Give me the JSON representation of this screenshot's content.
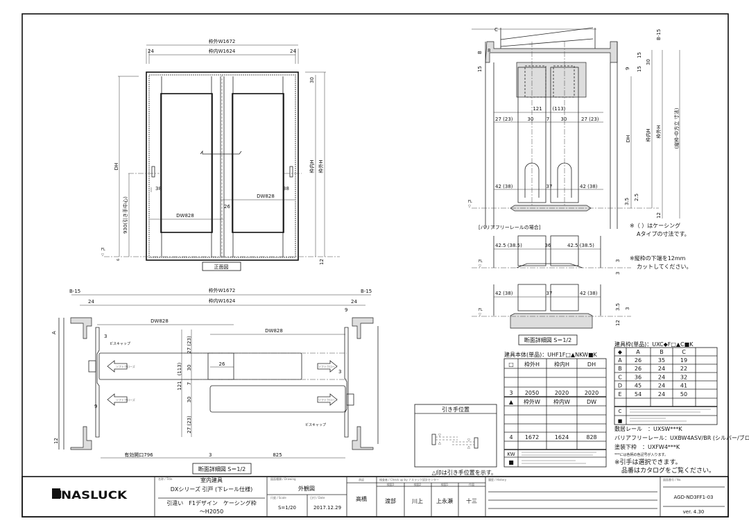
{
  "front_view": {
    "outer_w": "枠外W1672",
    "inner_w": "枠内W1624",
    "side_left": "24",
    "side_right": "24",
    "dh": "DH",
    "handle_height": "930(引き手中心)",
    "fl": "FL",
    "top_30": "30",
    "inner_h": "枠内H",
    "outer_h": "枠外H",
    "bottom_12": "12",
    "handle_offset_left": "38",
    "handle_offset_right": "38",
    "dw_right": "DW828",
    "overlap": "26",
    "dw_left": "DW828",
    "floor_6": "6",
    "caption": "正面図"
  },
  "vertical_section": {
    "c": "C",
    "b15": "B-15",
    "b": "B",
    "d8": "8",
    "d15_left": "15",
    "d15a": "15",
    "d30": "30",
    "d9": "9",
    "d15b": "15",
    "dh": "DH",
    "inner_h": "枠内H",
    "outer_h": "枠外H",
    "note_dim": "(縦枠·中方立 寸法)",
    "d121": "121",
    "d113": "(113)",
    "top_row": [
      "27 (23)",
      "30",
      "7",
      "30",
      "27 (23)"
    ],
    "bottom_row": [
      "42 (38)",
      "37",
      "42 (38)"
    ],
    "fl": "FL",
    "d35": "3.5",
    "d25": "2.5",
    "d12": "12",
    "barrier_free_caption": "[バリアフリーレールの場合]",
    "note_casing_1": "※（ ）はケーシング",
    "note_casing_2": "Aタイプの寸法です。",
    "bf_row": [
      "42.5 (38.5)",
      "36",
      "42.5 (38.5)"
    ],
    "bf_fl": "FL",
    "bf_3a": "3",
    "bf_3b": "3",
    "note_cut_1": "※縦枠の下端を12mm",
    "note_cut_2": "カットしてください。",
    "rail_row": [
      "42 (38)",
      "37",
      "42 (38)"
    ],
    "rail_fl": "FL",
    "rail_35": "3.5",
    "rail_3": "3",
    "rail_12": "12",
    "caption": "断面詳細図 S＝1/2"
  },
  "horizontal_section": {
    "b15_left": "B-15",
    "b15_right": "B-15",
    "outer_w": "枠外W1672",
    "inner_w": "枠内W1624",
    "d24_left": "24",
    "d24_right": "24",
    "d9_top": "9",
    "dw_left": "DW828",
    "dw_right": "DW828",
    "d3_left": "3",
    "d3_right": "3",
    "screw_cap_left": "ビスキャップ",
    "screw_cap_right": "ビスキャップ",
    "d26": "26",
    "a": "A",
    "vert_dims": [
      "27 (23)",
      "30",
      "7",
      "30",
      "27 (23)"
    ],
    "d113": "(113)",
    "d121": "121",
    "d9_bottom": "9",
    "d12": "12",
    "effective_opening": "有効開口796",
    "d3_bottom": "3",
    "d825": "825",
    "soft_close": "ソフトクローズ",
    "caption": "断面詳細図 S＝1/2"
  },
  "handle_position": {
    "title": "引き手位置",
    "note": "△印は引き手位置を示す。"
  },
  "door_table": {
    "title": "建具本体(単品)：UHF1F□▲NKW■K",
    "header_h": [
      "□",
      "枠外H",
      "枠内H",
      "DH"
    ],
    "row_h": [
      "3",
      "2050",
      "2020",
      "2020"
    ],
    "header_w": [
      "▲",
      "枠外W",
      "枠内W",
      "DW"
    ],
    "row_w": [
      "4",
      "1672",
      "1624",
      "828"
    ],
    "kw": "KW",
    "square": "■"
  },
  "frame_table": {
    "title": "建具枠(単品)：UXC◆F□▲C■K",
    "header": [
      "◆",
      "A",
      "B",
      "C"
    ],
    "rows": [
      [
        "A",
        "26",
        "35",
        "19"
      ],
      [
        "B",
        "26",
        "24",
        "22"
      ],
      [
        "C",
        "36",
        "24",
        "32"
      ],
      [
        "D",
        "45",
        "24",
        "41"
      ],
      [
        "E",
        "54",
        "24",
        "50"
      ]
    ],
    "c_note": "C",
    "square_note": "■"
  },
  "notes": {
    "sill_rail": "敷居レール　：UXSW***K",
    "barrier_free_rail": "バリアフリーレール：UXBW4ASV/BR (シルバー/ブロンズ)",
    "painted_lower_frame": "塗装下枠　：UXFW4***K",
    "color_code": "***には色柄の色記号が入ります。",
    "handle_select": "※引手は選択できます。",
    "catalog": "品番はカタログをご覧ください。"
  },
  "title_block": {
    "logo": "NASLUCK",
    "title_label": "名称 / Title",
    "title_1": "室内建具",
    "title_2": "DXシリーズ 引戸 (下レール仕様)",
    "title_3": "引違い　F1デザイン　ケーシング枠",
    "title_4": "〜H2050",
    "drawing_label": "図面種類 / Drawing",
    "drawing": "外観図",
    "scale_label": "尺度 / Scale",
    "scale": "S=1/20",
    "date_label": "日付 / Date",
    "date": "2017.12.29",
    "approval_label": "承認",
    "approval": "高橋",
    "check_label": "検査者 / Check up by ナスラック設計センター",
    "checkers": [
      {
        "label": "検図3",
        "name": "渡部"
      },
      {
        "label": "検図2",
        "name": "川上"
      },
      {
        "label": "検図1",
        "name": "上永瀬"
      },
      {
        "label": "作図",
        "name": "十三"
      }
    ],
    "history_label": "履歴 / History",
    "no_label": "図面番号 / No.",
    "number": "AGD-ND3FF1-03",
    "version": "ver. 4.30"
  }
}
